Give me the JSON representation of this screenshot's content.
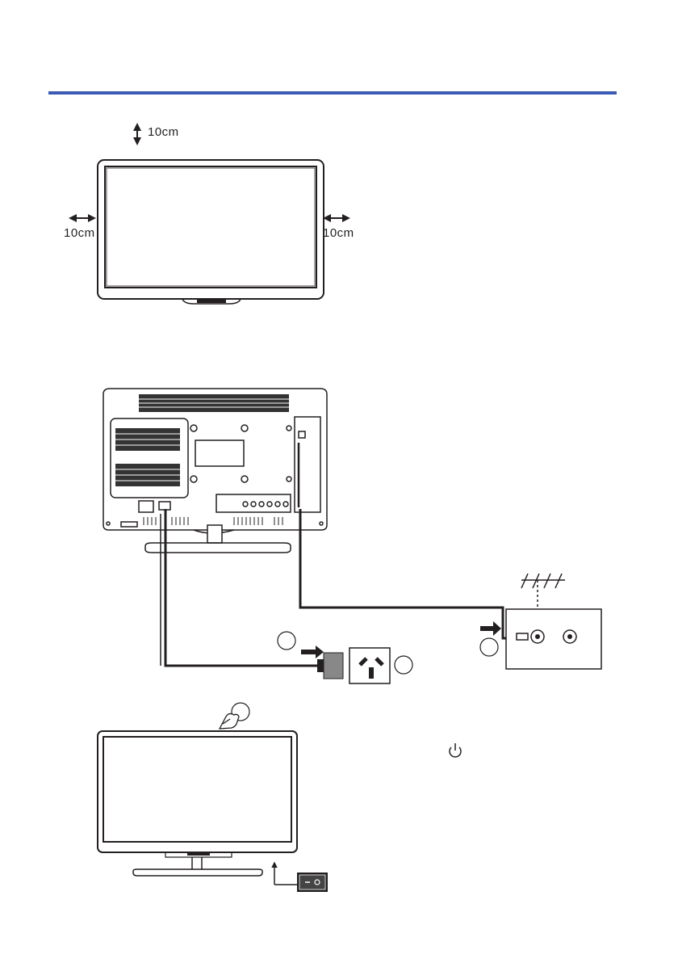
{
  "theme": {
    "rule_color": "#3b5bb5",
    "ink": "#231f20"
  },
  "clearance": {
    "top": "10cm",
    "left": "10cm",
    "right": "10cm"
  },
  "icons": [
    "power-icon",
    "hand-press-icon",
    "antenna-icon",
    "plug-arrow-icon",
    "rocker-switch-icon"
  ]
}
